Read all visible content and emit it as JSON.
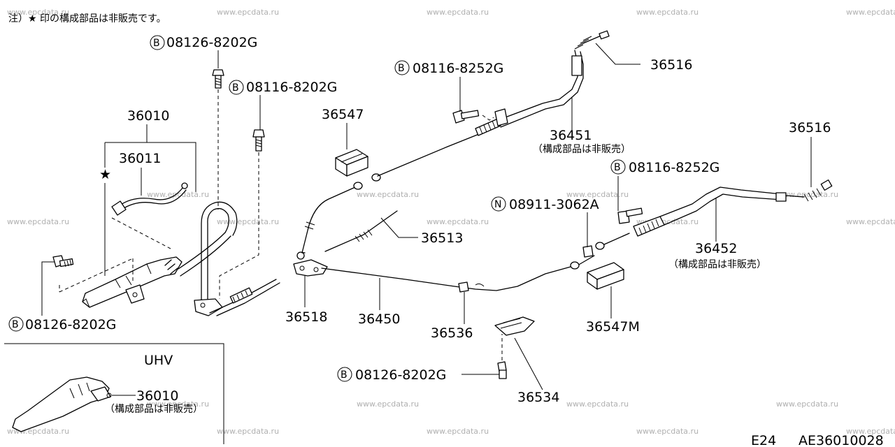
{
  "note": "注）★ 印の構成部品は非販売です。",
  "footer": {
    "page": "E24",
    "code": "AE36010028"
  },
  "watermark": "www.epcdata.ru",
  "inset": {
    "title": "UHV"
  },
  "labels": {
    "b_08126_top": "08126-8202G",
    "b_08116_top": "08116-8202G",
    "p36010": "36010",
    "p36011": "36011",
    "star": "★",
    "b_08126_left": "08126-8202G",
    "p36547": "36547",
    "b_08116_cable": "08116-8252G",
    "p36516_top": "36516",
    "p36451": "36451",
    "p36451_note": "（構成部品は非販売）",
    "p36516_right": "36516",
    "b_08116_right": "08116-8252G",
    "n_08911": "08911-3062A",
    "p36452": "36452",
    "p36452_note": "（構成部品は非販売）",
    "p36513": "36513",
    "p36518": "36518",
    "p36450": "36450",
    "p36536": "36536",
    "p36547m": "36547M",
    "b_08126_bottom": "08126-8202G",
    "p36534": "36534",
    "uhv_36010": "36010",
    "uhv_note": "（構成部品は非販売）",
    "prefix_b": "B",
    "prefix_n": "N"
  }
}
